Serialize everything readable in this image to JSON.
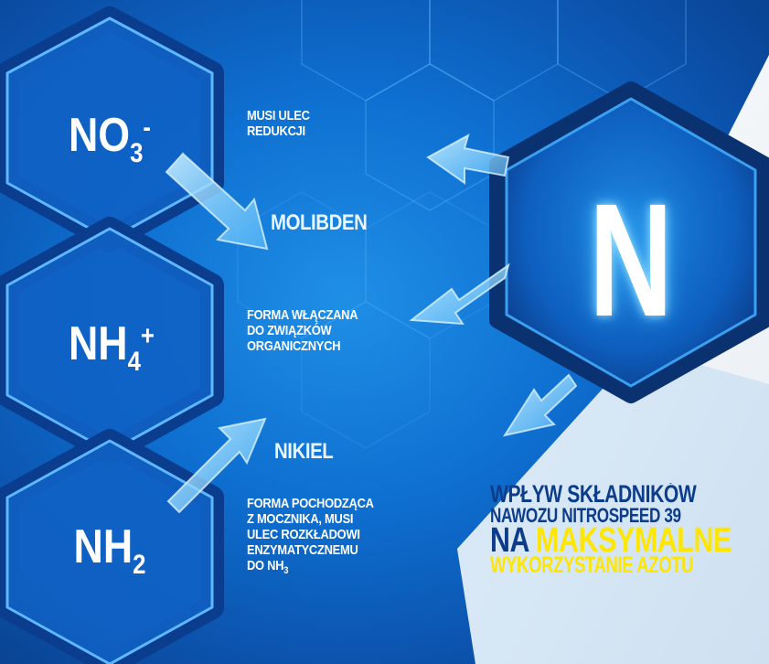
{
  "colors": {
    "background": "#0e6fd0",
    "dark_blue": "#0d3c8a",
    "yellow": "#ffe600",
    "white": "#ffffff",
    "hex_border": "#0b3d8f"
  },
  "molecules": [
    {
      "base": "NO",
      "sub": "3",
      "sup": "-",
      "description": [
        "MUSI ULEC",
        "REDUKCJI"
      ]
    },
    {
      "base": "NH",
      "sub": "4",
      "sup": "+",
      "description": [
        "FORMA WŁĄCZANA",
        "DO ZWIĄZKÓW",
        "ORGANICZNYCH"
      ]
    },
    {
      "base": "NH",
      "sub": "2",
      "sup": "",
      "description": [
        "FORMA POCHODZĄCA",
        "Z MOCZNIKA, MUSI",
        "ULEC ROZKŁADOWI",
        "ENZYMATYCZNEMU"
      ],
      "last_line_base": "DO NH",
      "last_line_sub": "3"
    }
  ],
  "catalysts": {
    "first": "MOLIBDEN",
    "second": "NIKIEL"
  },
  "central_element": "N",
  "title": {
    "line1": "WPŁYW SKŁADNIKÓW",
    "line2": "NAWOZU NITROSPEED 39",
    "line3_a": "NA",
    "line3_b": "MAKSYMALNE",
    "line4": "WYKORZYSTANIE AZOTU"
  }
}
